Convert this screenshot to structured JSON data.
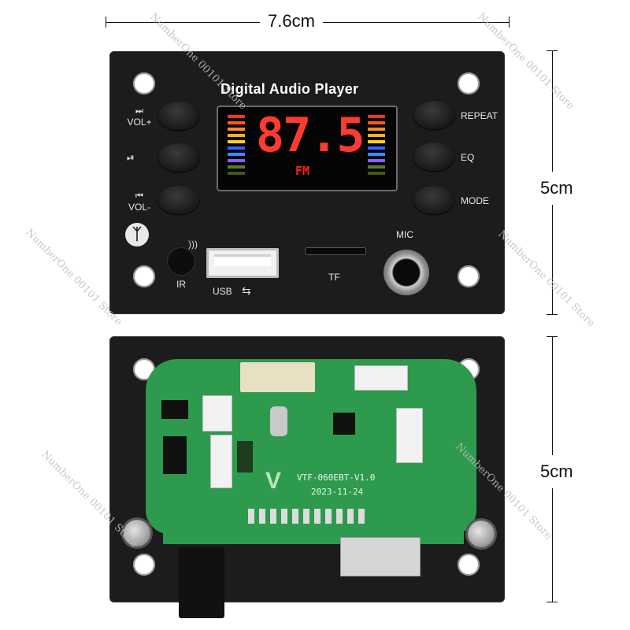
{
  "dimensions": {
    "width": "7.6cm",
    "height_top": "5cm",
    "height_bottom": "5cm"
  },
  "front_panel": {
    "title": "Digital Audio Player",
    "display": {
      "frequency": "87.5",
      "band": "FM"
    },
    "left_buttons": [
      {
        "icon": "next-track-icon",
        "label": "VOL+"
      },
      {
        "icon": "play-pause-icon",
        "label": ""
      },
      {
        "icon": "previous-track-icon",
        "label": "VOL-"
      }
    ],
    "right_buttons": [
      {
        "label": "REPEAT"
      },
      {
        "label": "EQ"
      },
      {
        "label": "MODE"
      }
    ],
    "ports": {
      "ir": "IR",
      "usb": "USB",
      "tf": "TF",
      "mic": "MIC"
    },
    "bluetooth_icon": "bluetooth-icon",
    "colors": {
      "panel": "#1c1c1e",
      "display_digits": "#ff3b2f",
      "band_text": "#ff2222"
    }
  },
  "back_pcb": {
    "silkscreen_model": "VTF-060EBT-V1.0",
    "silkscreen_date": "2023-11-24",
    "pcb_color": "#2d9a4d"
  },
  "watermark": "NumberOne 00101 Store"
}
